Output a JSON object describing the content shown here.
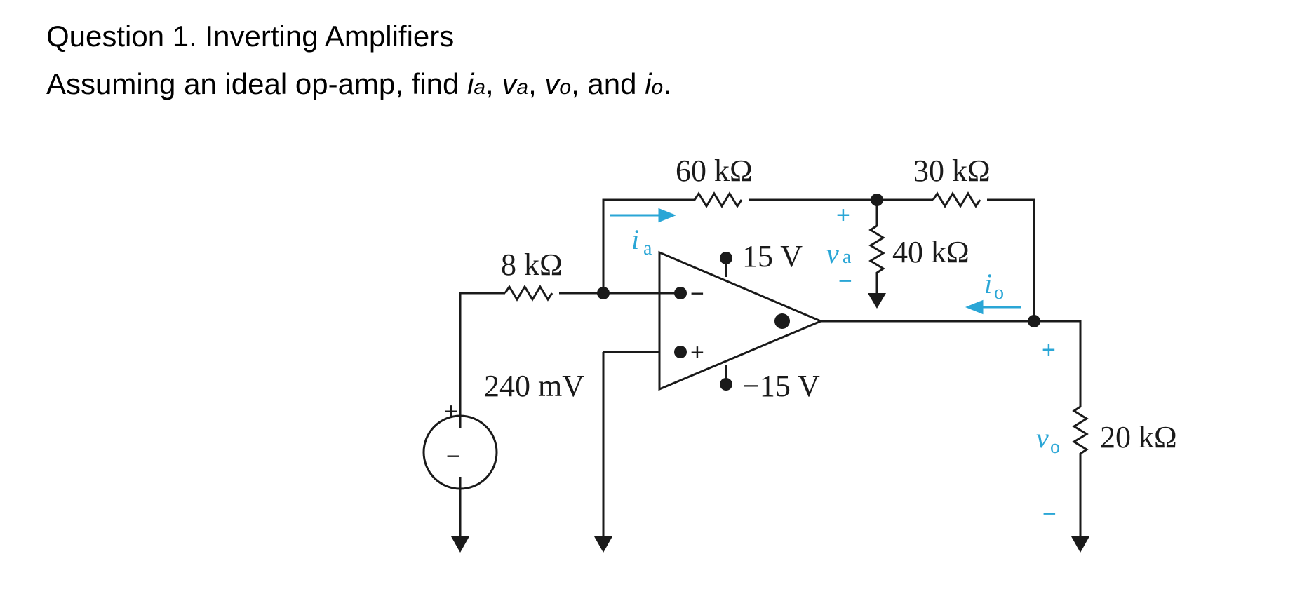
{
  "question": {
    "title": "Question 1. Inverting Amplifiers",
    "prompt_prefix": "Assuming an ideal op-amp, find ",
    "var_ia": "i",
    "var_ia_sub": "a",
    "var_va": "v",
    "var_va_sub": "a",
    "var_vo": "v",
    "var_vo_sub": "o",
    "var_io": "i",
    "var_io_sub": "o",
    "sep1": ", ",
    "sep2": ", ",
    "sep3": ", and ",
    "end": "."
  },
  "circuit": {
    "r_feedback": "60 kΩ",
    "r_series": "30 kΩ",
    "r_input": "8 kΩ",
    "r_shunt": "40 kΩ",
    "r_load": "20 kΩ",
    "source": "240 mV",
    "supply_pos": "15 V",
    "supply_neg": "−15 V",
    "ia_main": "i",
    "ia_sub": "a",
    "va_main": "v",
    "va_sub": "a",
    "io_main": "i",
    "io_sub": "o",
    "vo_main": "v",
    "vo_sub": "o",
    "plus": "+",
    "minus": "−",
    "wire_color": "#1a1a1a",
    "annotation_color": "#2aa6d6"
  }
}
